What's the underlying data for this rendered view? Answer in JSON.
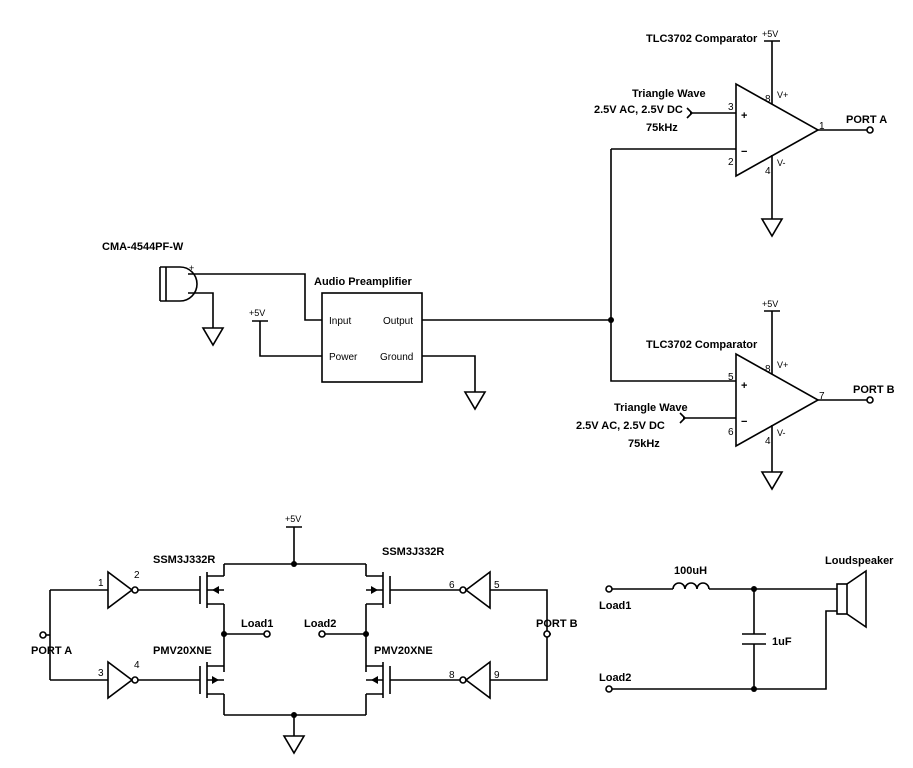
{
  "mic": {
    "part": "CMA-4544PF-W",
    "plus": "+"
  },
  "preamp": {
    "title": "Audio Preamplifier",
    "input": "Input",
    "output": "Output",
    "power": "Power",
    "ground": "Ground"
  },
  "supply": "+5V",
  "comp_a": {
    "part": "TLC3702 Comparator",
    "sig1": "Triangle Wave",
    "sig2": "2.5V AC, 2.5V DC",
    "sig3": "75kHz",
    "pin_plus": "3",
    "pin_minus": "2",
    "pin_vp": "8",
    "pin_vn": "4",
    "pin_out": "1",
    "vp": "V+",
    "vn": "V-",
    "port": "PORT A"
  },
  "comp_b": {
    "part": "TLC3702 Comparator",
    "sig1": "Triangle Wave",
    "sig2": "2.5V AC, 2.5V DC",
    "sig3": "75kHz",
    "pin_plus": "5",
    "pin_minus": "6",
    "pin_vp": "8",
    "pin_vn": "4",
    "pin_out": "7",
    "vp": "V+",
    "vn": "V-",
    "port": "PORT B"
  },
  "opamp_signs": {
    "plus": "+",
    "minus": "−"
  },
  "bridge": {
    "port_a": "PORT A",
    "port_b": "PORT B",
    "pmos_left": "SSM3J332R",
    "pmos_right": "SSM3J332R",
    "nmos_left": "PMV20XNE",
    "nmos_right": "PMV20XNE",
    "load1": "Load1",
    "load2": "Load2",
    "inv_pins": [
      "1",
      "2",
      "3",
      "4",
      "5",
      "6",
      "9",
      "8"
    ]
  },
  "filter": {
    "load1": "Load1",
    "load2": "Load2",
    "inductor": "100uH",
    "capacitor": "1uF",
    "speaker": "Loudspeaker"
  }
}
